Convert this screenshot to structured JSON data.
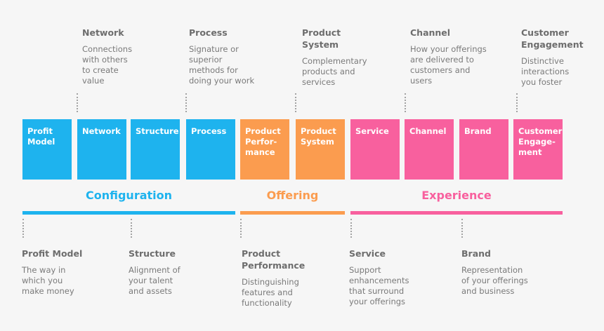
{
  "top_annotations": [
    {
      "title": "Network",
      "desc": "Connections\nwith others\nto create\nvalue"
    },
    {
      "title": "Process",
      "desc": "Signature or\nsuperior\nmethods for\ndoing your work"
    },
    {
      "title": "Product\nSystem",
      "desc": "Complementary\nproducts and\nservices"
    },
    {
      "title": "Channel",
      "desc": "How your offerings\nare delivered to\ncustomers and\nusers"
    },
    {
      "title": "Customer\nEngagement",
      "desc": "Distinctive\ninteractions\nyou foster"
    }
  ],
  "tiles": [
    {
      "label": "Profit\nModel",
      "group": "config"
    },
    {
      "label": "Network",
      "group": "config"
    },
    {
      "label": "Structure",
      "group": "config"
    },
    {
      "label": "Process",
      "group": "config"
    },
    {
      "label": "Product\nPerfor-\nmance",
      "group": "offer"
    },
    {
      "label": "Product\nSystem",
      "group": "offer"
    },
    {
      "label": "Service",
      "group": "exp"
    },
    {
      "label": "Channel",
      "group": "exp"
    },
    {
      "label": "Brand",
      "group": "exp"
    },
    {
      "label": "Customer\nEngage-\nment",
      "group": "exp"
    }
  ],
  "groups": {
    "configuration": "Configuration",
    "offering": "Offering",
    "experience": "Experience"
  },
  "colors": {
    "configuration": "#1eb3ee",
    "offering": "#fb9c4f",
    "experience": "#f8609e",
    "heading_text": "#6d6d6d",
    "body_text": "#7a7a7a",
    "background": "#f6f6f6"
  },
  "bottom_annotations": [
    {
      "title": "Profit Model",
      "desc": "The way in\nwhich you\nmake money"
    },
    {
      "title": "Structure",
      "desc": "Alignment of\nyour talent\nand assets"
    },
    {
      "title": "Product\nPerformance",
      "desc": "Distinguishing\nfeatures and\nfunctionality"
    },
    {
      "title": "Service",
      "desc": "Support\nenhancements\nthat surround\nyour offerings"
    },
    {
      "title": "Brand",
      "desc": "Representation\nof your offerings\nand business"
    }
  ]
}
